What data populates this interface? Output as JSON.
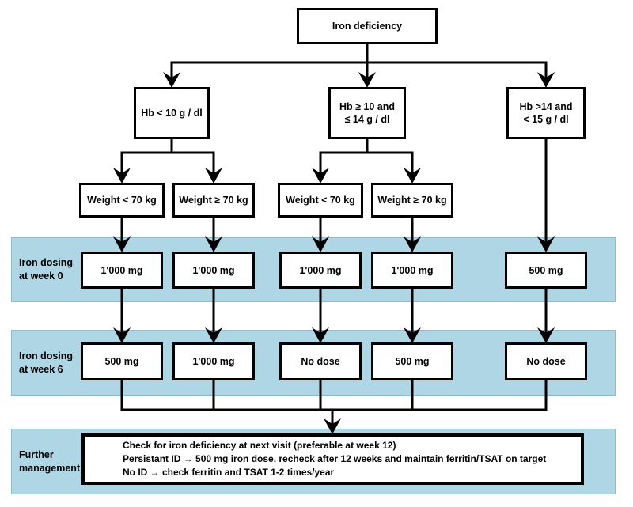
{
  "colors": {
    "band_fill": "#aed6e4",
    "band_border": "#8fbccb",
    "node_fill": "#ffffff",
    "node_border": "#000000",
    "line": "#000000"
  },
  "root": {
    "label": "Iron deficiency"
  },
  "hb_branches": [
    {
      "line1": "Hb < 10 g / dl",
      "line2": ""
    },
    {
      "line1": "Hb ≥ 10 and",
      "line2": "≤ 14 g / dl"
    },
    {
      "line1": "Hb >14 and",
      "line2": "< 15 g / dl"
    }
  ],
  "weight_boxes": [
    {
      "label": "Weight < 70 kg"
    },
    {
      "label": "Weight ≥ 70 kg"
    },
    {
      "label": "Weight < 70 kg"
    },
    {
      "label": "Weight ≥ 70 kg"
    }
  ],
  "bands": [
    {
      "line1": "Iron dosing",
      "line2": "at week 0"
    },
    {
      "line1": "Iron dosing",
      "line2": "at week 6"
    },
    {
      "line1": "Further",
      "line2": "management"
    }
  ],
  "week0_doses": [
    "1'000 mg",
    "1'000 mg",
    "1'000 mg",
    "1'000 mg",
    "500 mg"
  ],
  "week6_doses": [
    "500 mg",
    "1'000 mg",
    "No dose",
    "500 mg",
    "No dose"
  ],
  "further_management": {
    "lines": [
      "Check for iron deficiency at next visit (preferable at week 12)",
      "Persistant ID → 500 mg iron dose, recheck after 12 weeks and maintain ferritin/TSAT on target",
      "No ID → check ferritin and TSAT 1-2 times/year"
    ]
  }
}
